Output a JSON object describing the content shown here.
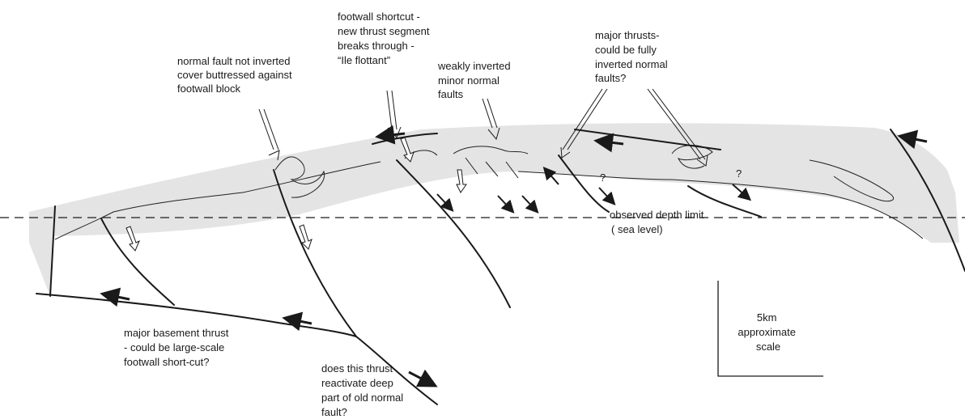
{
  "annotations": {
    "normal_fault": [
      "normal fault not inverted",
      "cover buttressed against",
      "footwall block"
    ],
    "footwall_shortcut": [
      "footwall shortcut -",
      "new thrust segment",
      "breaks through -",
      "“Ile flottant”"
    ],
    "weakly_inverted": [
      "weakly inverted",
      "minor normal",
      "faults"
    ],
    "major_thrusts": [
      "major thrusts-",
      "could be fully",
      "inverted normal",
      "faults?"
    ],
    "depth_limit": [
      "observed depth limit",
      "( sea level)"
    ],
    "basement_thrust": [
      "major basement thrust",
      "- could be large-scale",
      "footwall short-cut?"
    ],
    "reactivate": [
      "does this thrust",
      "reactivate deep",
      "part of old normal",
      "fault?"
    ],
    "scale": [
      "5km",
      "approximate",
      "scale"
    ],
    "question_marks": [
      "?",
      "?"
    ]
  },
  "colors": {
    "cover_fill": "#e4e4e4",
    "line": "#1a1a1a",
    "background": "#ffffff"
  }
}
